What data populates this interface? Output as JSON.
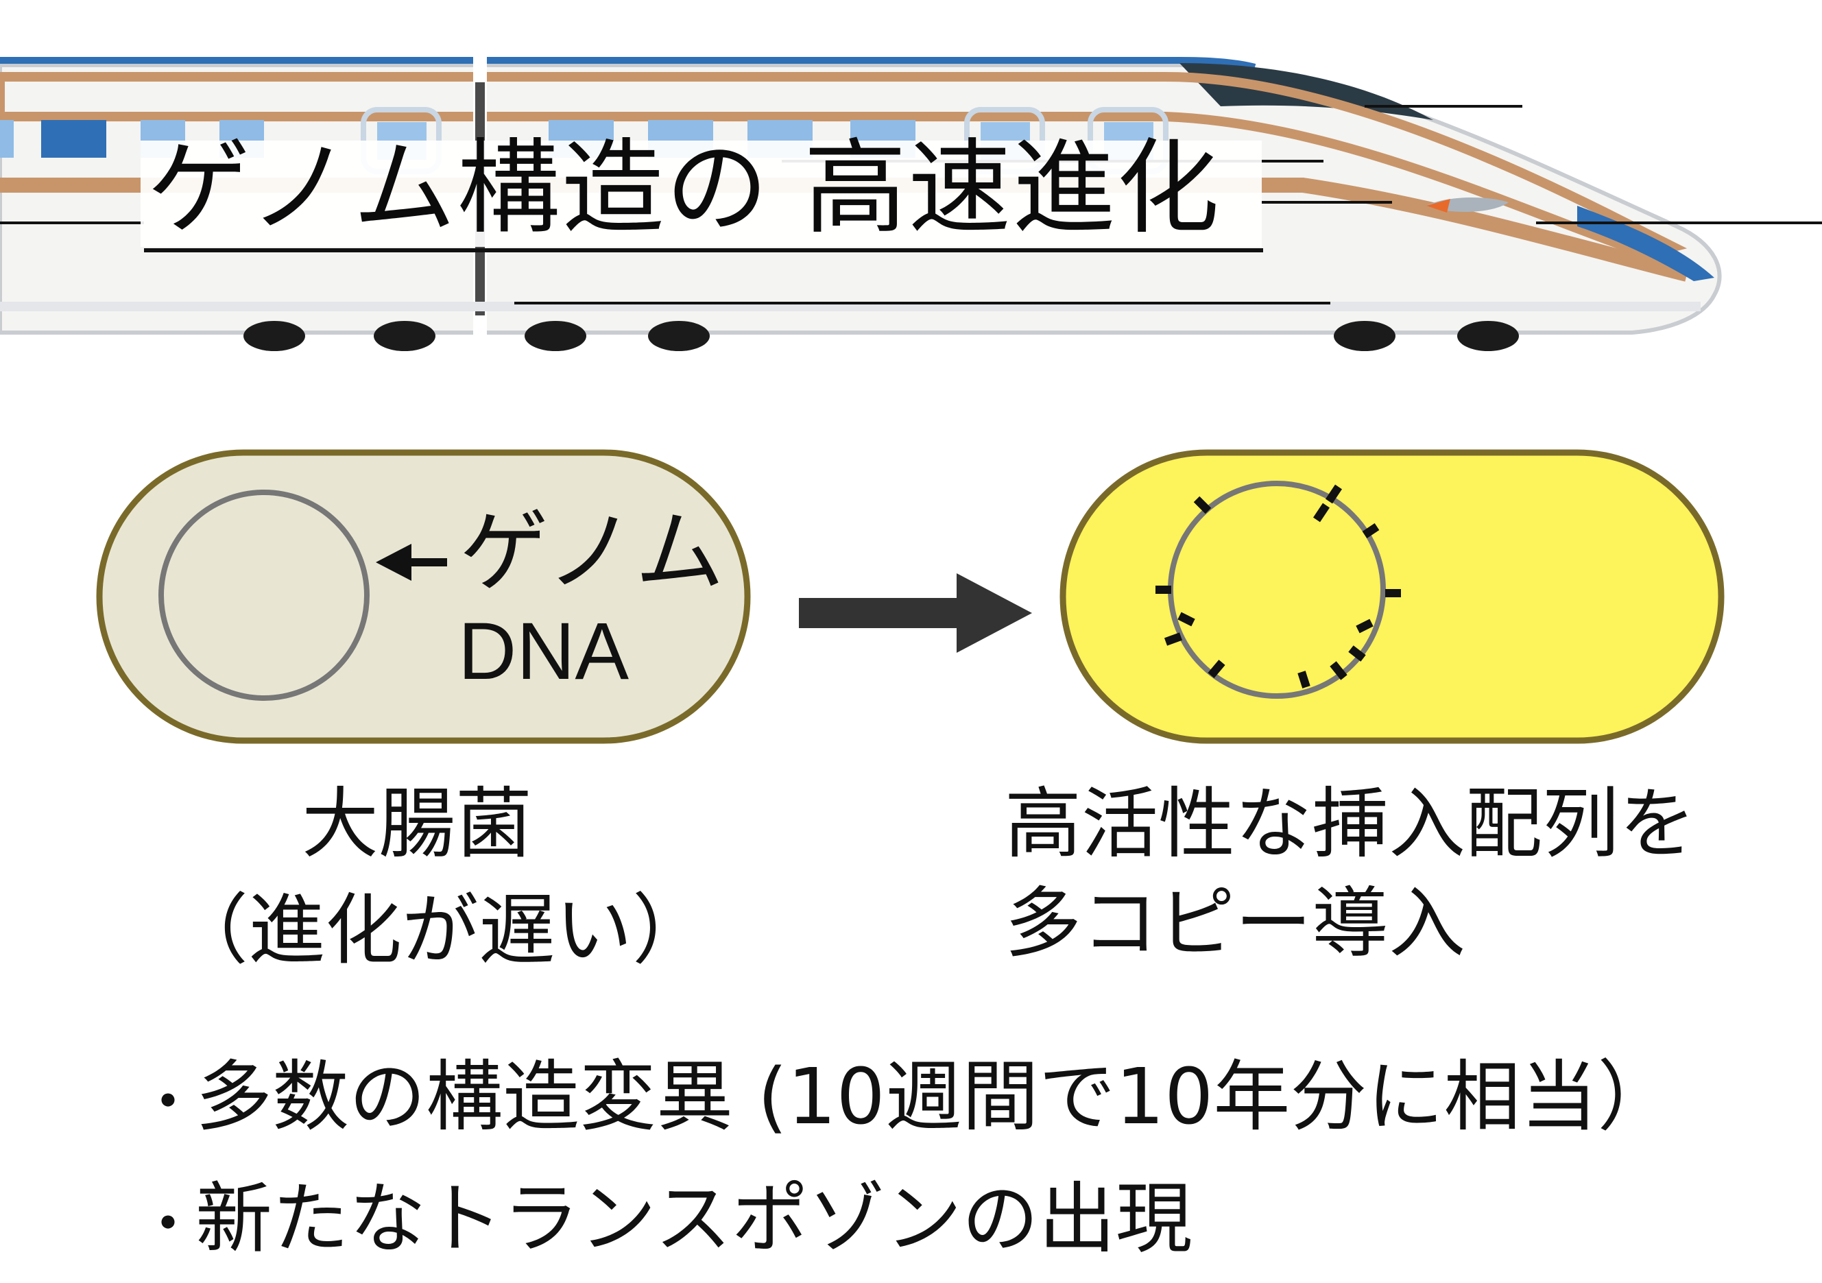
{
  "title": "ゲノム構造の 高速進化",
  "cells": {
    "left": {
      "genome_label": "ゲノム",
      "dna_label": "DNA",
      "name": "大腸菌",
      "note": "（進化が遅い）",
      "fill_color": "#e8e6d3",
      "border_color": "#7a6a2a"
    },
    "right": {
      "description_line1": "高活性な挿入配列を",
      "description_line2": "多コピー導入",
      "fill_color": "#fdf35a",
      "border_color": "#7a6a2a"
    }
  },
  "arrow_color": "#333333",
  "bullets": [
    "多数の構造変異 (10週間で10年分に相当）",
    "新たなトランスポゾンの出現"
  ],
  "bullet_symbol": "・",
  "train_colors": {
    "body": "#f4f4f2",
    "stripe": "#c8956a",
    "blue": "#2f6fb5",
    "window": "#8fbbe6",
    "nose_tip": "#e86a2a"
  }
}
